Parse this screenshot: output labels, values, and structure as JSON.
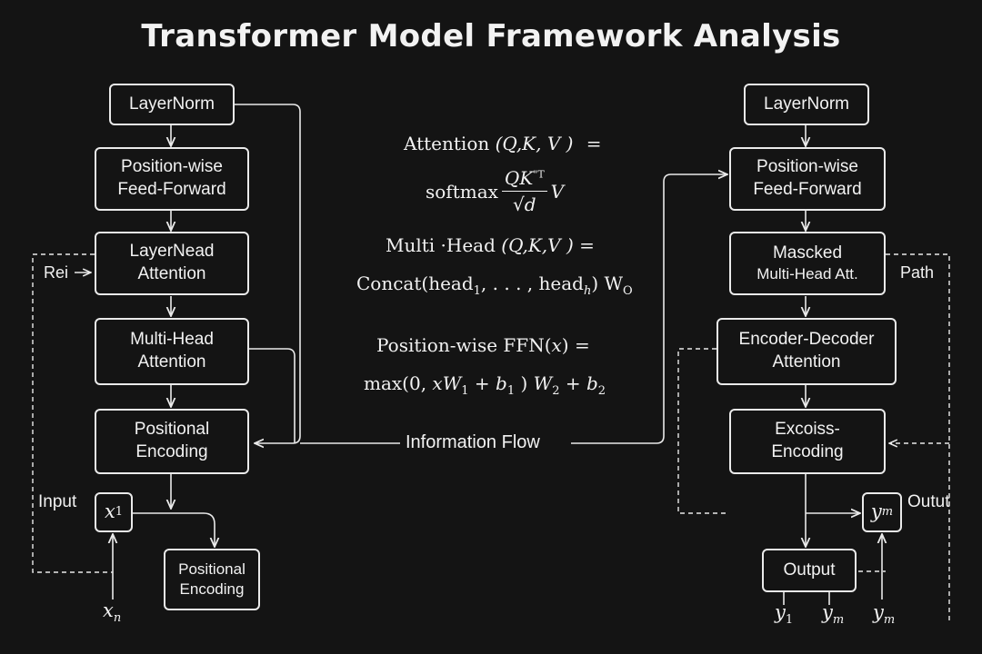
{
  "title": "Transformer Model Framework Analysis",
  "encoder": {
    "layernorm": "LayerNorm",
    "feed_forward": "Position-wise\nFeed-Forward",
    "layerhead_attention": "LayerNead\nAttention",
    "multihead_attention": "Multi-Head\nAttention",
    "positional_encoding": "Positional\nEncoding",
    "input_token": "x",
    "input_token_sub": "1",
    "input_bottom": "x",
    "input_bottom_sub": "n",
    "positional_encoding_2": "Positional\nEncoding",
    "input_label": "Input",
    "residual_label": "Rei"
  },
  "decoder": {
    "layernorm": "LayerNorm",
    "feed_forward": "Position-wise\nFeed-Forward",
    "masked_attention_line1": "Mascked",
    "masked_attention_line2": "Multi-Head Att.",
    "enc_dec_attention": "Encoder-Decoder\nAttention",
    "excoiss_encoding": "Excoiss-\nEncoding",
    "output_box": "Output",
    "output_label": "Outut",
    "path_label": "Path",
    "out_token": "y",
    "out_token_sub": "m",
    "bottom_y1": "y",
    "bottom_y1_sub": "1",
    "bottom_ym1": "y",
    "bottom_ym1_sub": "m",
    "bottom_ym2": "y",
    "bottom_ym2_sub": "m"
  },
  "information_flow": "Information Flow",
  "equations": {
    "attention_lhs": "Attention",
    "attention_args": "(Q,K, V )",
    "attention_eq": "=",
    "softmax": "softmax",
    "frac_num": "QK",
    "frac_sup": "\"T",
    "frac_den": "√d",
    "frac_v": "V",
    "multihead_lhs": "Multi ·Head",
    "multihead_args": "(Q,K,V )",
    "multihead_eq": "=",
    "concat": "Concat(head",
    "concat_sub1": "1",
    "concat_mid": ", . . . , head",
    "concat_subh": "h",
    "concat_end": ") W",
    "concat_subo": "O",
    "ffn_lhs": "Position-wise FFN(",
    "ffn_x": "x",
    "ffn_rhs": ") =",
    "max_a": "max(0, ",
    "max_x": "xW",
    "max_sub1": "1",
    "max_b": " + ",
    "max_b1": "b",
    "max_b1sub": "1",
    "max_c": " ) ",
    "max_w2": "W",
    "max_w2sub": "2",
    "max_d": " + ",
    "max_b2": "b",
    "max_b2sub": "2"
  }
}
